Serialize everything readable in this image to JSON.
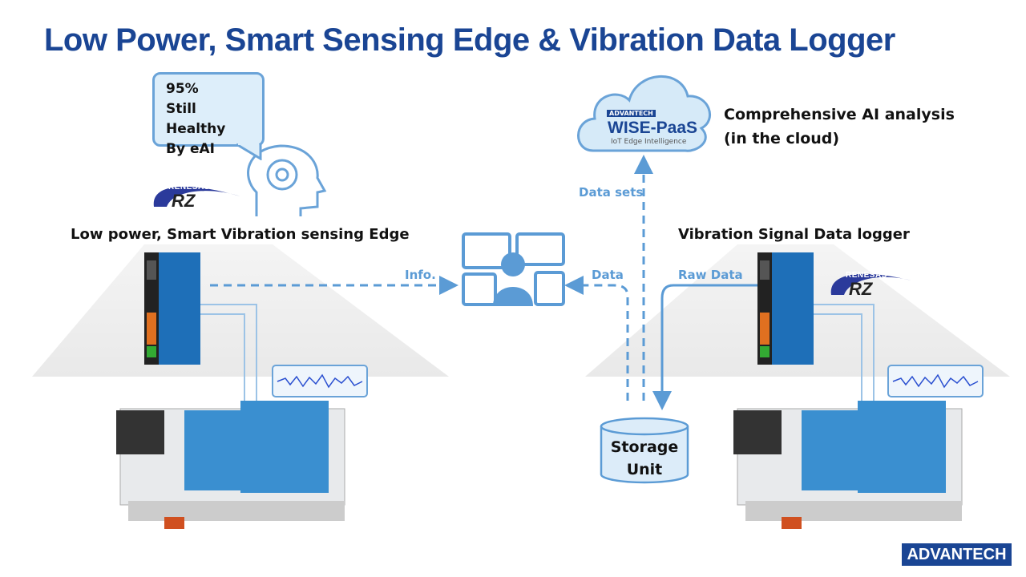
{
  "title": "Low Power, Smart Sensing Edge & Vibration Data Logger",
  "bubble": {
    "line1": "95%",
    "line2": "Still Healthy",
    "line3": "By eAI"
  },
  "left_label": "Low power, Smart Vibration sensing Edge",
  "right_label": "Vibration Signal Data logger",
  "arrows": {
    "info": "Info.",
    "data": "Data",
    "data_sets": "Data sets",
    "raw_data": "Raw Data"
  },
  "cloud": {
    "brand": "ADVANTECH",
    "product": "WISE-PaaS",
    "tagline": "IoT Edge Intelligence",
    "desc1": "Comprehensive AI analysis",
    "desc2": "(in the cloud)"
  },
  "storage": {
    "line1": "Storage",
    "line2": "Unit"
  },
  "renesas": {
    "brand": "RENESAS",
    "product": "RZ"
  },
  "footer_logo": "ADVANTECH",
  "colors": {
    "title": "#1a4594",
    "accent": "#5b9bd5",
    "device": "#1e6fb8"
  }
}
